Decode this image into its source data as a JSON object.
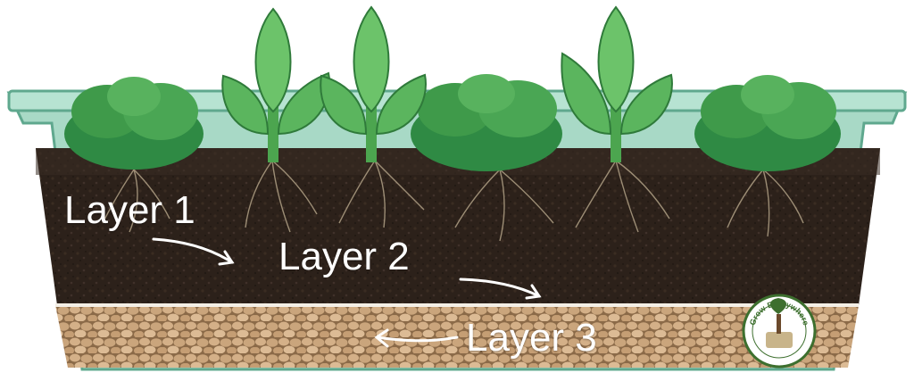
{
  "labels": {
    "layer1": "Layer 1",
    "layer2": "Layer 2",
    "layer3": "Layer 3"
  },
  "logo": {
    "text": "Grow Everywhere",
    "icon": "grow-everywhere-logo-icon"
  },
  "colors": {
    "planter": "#a8d9c6",
    "planter_edge": "#6fb39a",
    "soil": "#2e221b",
    "pebbles": "#c9a37a",
    "leaf": "#3f9a4a",
    "leaf_light": "#6cc36a",
    "label_text": "#ffffff",
    "logo_green": "#3d6f2e"
  }
}
